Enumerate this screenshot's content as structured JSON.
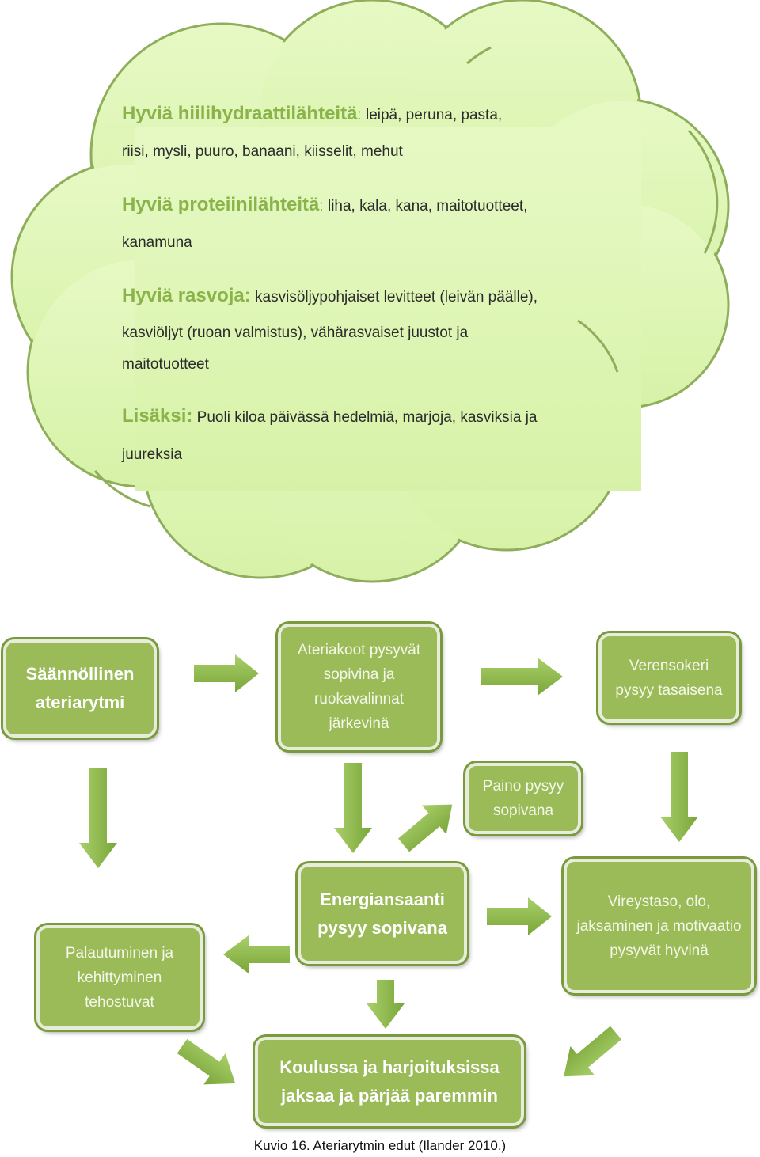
{
  "cloud": {
    "lines": [
      {
        "head": "Hyviä hiilihydraattilähteitä",
        "sep": ":",
        "text": " leipä, peruna, pasta,"
      },
      {
        "head": "",
        "sep": "",
        "text": "riisi, mysli, puuro, banaani, kiisselit, mehut"
      },
      {
        "head": "Hyviä proteiinilähteitä",
        "sep": ":",
        "text": " liha, kala, kana, maitotuotteet,"
      },
      {
        "head": "",
        "sep": "",
        "text": "kanamuna"
      },
      {
        "head": "Hyviä rasvoja:",
        "sep": "",
        "text": " kasvisöljypohjaiset levitteet (leivän päälle),"
      },
      {
        "head": "",
        "sep": "",
        "text": "kasviöljyt (ruoan valmistus), vähärasvaiset juustot ja"
      },
      {
        "head": "",
        "sep": "",
        "text": "maitotuotteet"
      },
      {
        "head": "Lisäksi:",
        "sep": "",
        "text": " Puoli kiloa päivässä hedelmiä, marjoja, kasviksia ja"
      },
      {
        "head": "",
        "sep": "",
        "text": "juureksia"
      }
    ]
  },
  "boxes": {
    "regular_meal_rhythm": "Säännöllinen ateriarytmi",
    "portion_sizes": "Ateriakoot pysyvät sopivina ja ruokavalinnat järkevinä",
    "blood_sugar": "Verensokeri pysyy tasaisena",
    "weight": "Paino pysyy sopivana",
    "energy_intake": "Energiansaanti pysyy sopivana",
    "recovery": "Palautuminen ja kehittyminen tehostuvat",
    "alertness": "Vireystaso, olo, jaksaminen ja motivaatio pysyvät hyvinä",
    "school_training": "Koulussa ja harjoituksissa jaksaa ja pärjää paremmin"
  },
  "caption": "Kuvio 16. Ateriarytmin edut (Ilander 2010.)",
  "colors": {
    "cloud_fill": "#dcf5b4",
    "cloud_stroke": "#8fae5b",
    "box_fill": "#9bbb59",
    "arrow_fill": "#8db646",
    "heading_green": "#8ab34a"
  }
}
